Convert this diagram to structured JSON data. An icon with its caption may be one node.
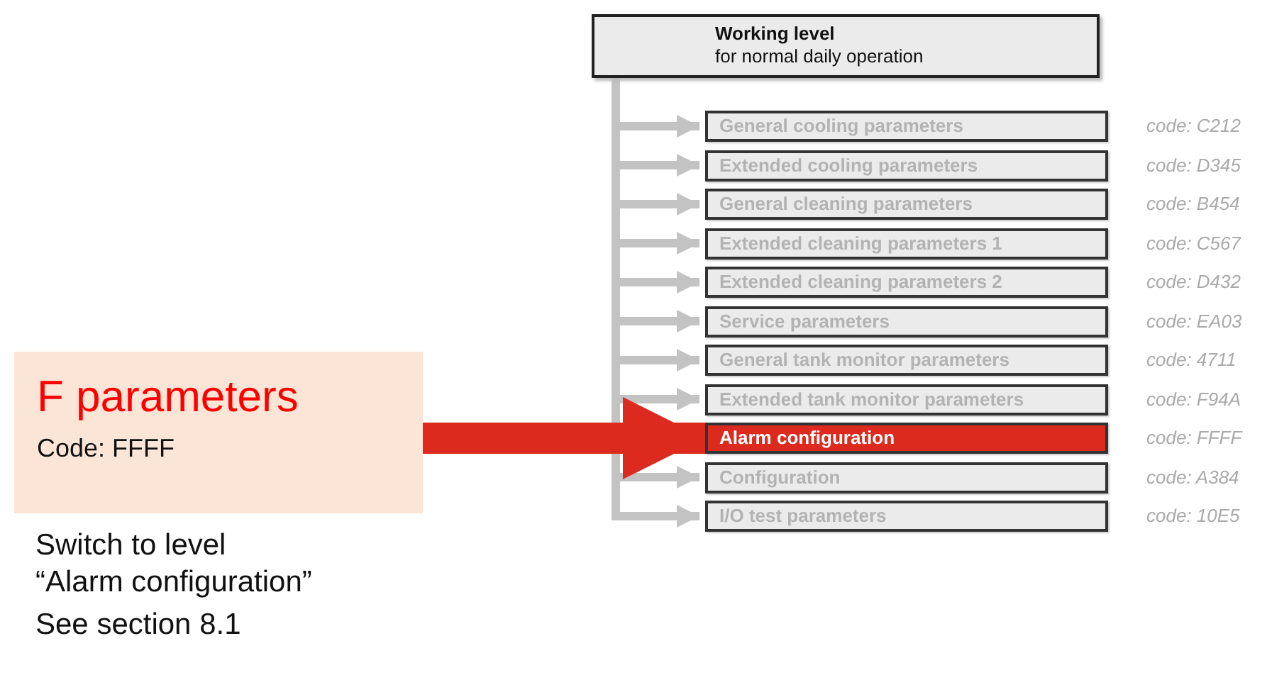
{
  "diagram": {
    "nodes": [
      {
        "text": [
          "Working level",
          "for normal daily operation"
        ]
      },
      {
        "text": [
          "General cooling parameters"
        ],
        "beside": [
          "code: C212"
        ]
      },
      {
        "text": [
          "Extended cooling parameters"
        ],
        "beside": [
          "code: D345"
        ]
      },
      {
        "text": [
          "General cleaning parameters"
        ],
        "beside": [
          "code: B454"
        ]
      },
      {
        "text": [
          "Extended cleaning parameters 1"
        ],
        "beside": [
          "code: C567"
        ]
      },
      {
        "text": [
          "Extended cleaning parameters 2"
        ],
        "beside": [
          "code: D432"
        ]
      },
      {
        "text": [
          "Service parameters"
        ],
        "beside": [
          "code: EA03"
        ]
      },
      {
        "text": [
          "General tank monitor parameters"
        ],
        "beside": [
          "code: 4711"
        ]
      },
      {
        "text": [
          "Extended tank monitor parameters"
        ],
        "beside": [
          "code: F94A"
        ]
      },
      {
        "text": [
          "Alarm configuration"
        ],
        "beside": [
          "code: FFFF"
        ]
      },
      {
        "text": [
          "Configuration"
        ],
        "beside": [
          "code: A384"
        ]
      },
      {
        "text": [
          "I/O test parameters"
        ],
        "beside": [
          "code: 10E5"
        ]
      },
      {
        "text": [
          "F parameters",
          "Code: FFFF"
        ]
      }
    ],
    "edges": [
      {
        "from": 0,
        "to": 1,
        "arrow": "to"
      },
      {
        "from": 0,
        "to": 2,
        "arrow": "to"
      },
      {
        "from": 0,
        "to": 3,
        "arrow": "to"
      },
      {
        "from": 0,
        "to": 4,
        "arrow": "to"
      },
      {
        "from": 0,
        "to": 5,
        "arrow": "to"
      },
      {
        "from": 0,
        "to": 6,
        "arrow": "to"
      },
      {
        "from": 0,
        "to": 7,
        "arrow": "to"
      },
      {
        "from": 0,
        "to": 8,
        "arrow": "to"
      },
      {
        "from": 0,
        "to": 10,
        "arrow": "to"
      },
      {
        "from": 0,
        "to": 11,
        "arrow": "to"
      },
      {
        "from": 12,
        "to": 9,
        "arrow": "to",
        "style": "thick",
        "color": "#dc2b1e"
      }
    ],
    "labels": [
      "Switch to level “Alarm configuration”",
      "See section 8.1"
    ]
  }
}
